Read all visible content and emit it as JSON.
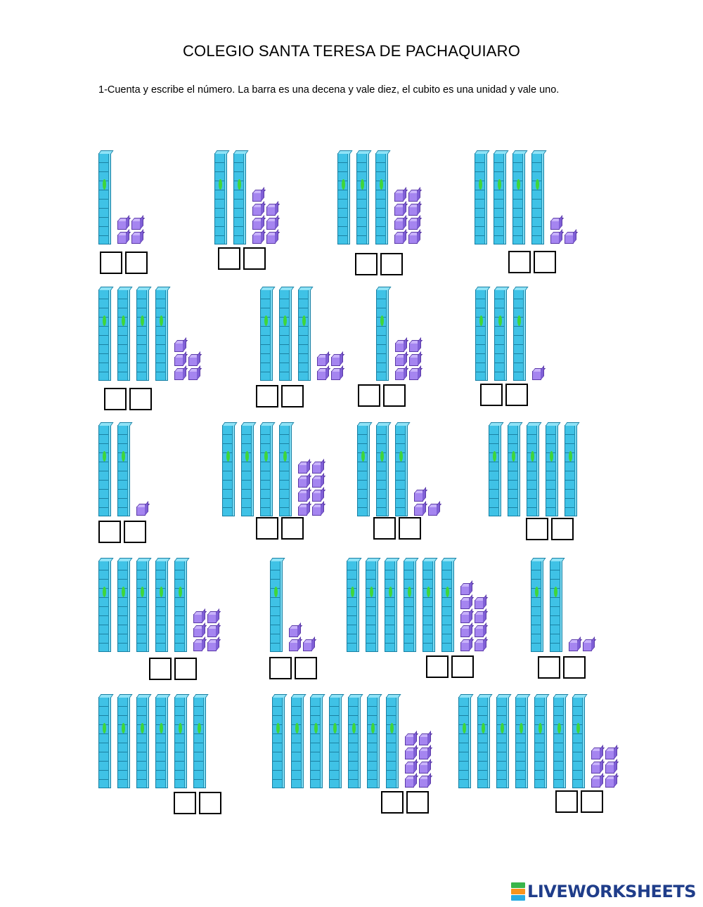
{
  "page": {
    "title": "COLEGIO SANTA TERESA DE PACHAQUIARO",
    "instructions": "1-Cuenta y escribe el número. La barra es una decena y vale diez, el cubito es una unidad y vale uno."
  },
  "colors": {
    "bar": "#3fc2e6",
    "bar_mark": "#3fd63a",
    "cube": "#a585f0",
    "box_border": "#000000",
    "brand": "#1f3d8a"
  },
  "exercises": [
    {
      "tens": 1,
      "ones": 4,
      "answer": [
        "",
        ""
      ]
    },
    {
      "tens": 2,
      "ones": 7,
      "answer": [
        "",
        ""
      ]
    },
    {
      "tens": 3,
      "ones": 8,
      "answer": [
        "",
        ""
      ]
    },
    {
      "tens": 4,
      "ones": 3,
      "answer": [
        "",
        ""
      ]
    },
    {
      "tens": 4,
      "ones": 5,
      "answer": [
        "",
        ""
      ]
    },
    {
      "tens": 3,
      "ones": 4,
      "answer": [
        "",
        ""
      ]
    },
    {
      "tens": 1,
      "ones": 6,
      "answer": [
        "",
        ""
      ]
    },
    {
      "tens": 3,
      "ones": 1,
      "answer": [
        "",
        ""
      ]
    },
    {
      "tens": 2,
      "ones": 1,
      "answer": [
        "",
        ""
      ]
    },
    {
      "tens": 4,
      "ones": 8,
      "answer": [
        "",
        ""
      ]
    },
    {
      "tens": 3,
      "ones": 3,
      "answer": [
        "",
        ""
      ]
    },
    {
      "tens": 5,
      "ones": 0,
      "answer": [
        "",
        ""
      ]
    },
    {
      "tens": 5,
      "ones": 6,
      "answer": [
        "",
        ""
      ]
    },
    {
      "tens": 1,
      "ones": 3,
      "answer": [
        "",
        ""
      ]
    },
    {
      "tens": 6,
      "ones": 9,
      "answer": [
        "",
        ""
      ]
    },
    {
      "tens": 2,
      "ones": 2,
      "answer": [
        "",
        ""
      ]
    },
    {
      "tens": 6,
      "ones": 0,
      "answer": [
        "",
        ""
      ]
    },
    {
      "tens": 7,
      "ones": 8,
      "answer": [
        "",
        ""
      ]
    },
    {
      "tens": 7,
      "ones": 6,
      "answer": [
        "",
        ""
      ]
    }
  ],
  "brand": {
    "text": "LIVEWORKSHEETS",
    "logo_colors": [
      "#39b54a",
      "#f7941d",
      "#29abe2"
    ]
  }
}
